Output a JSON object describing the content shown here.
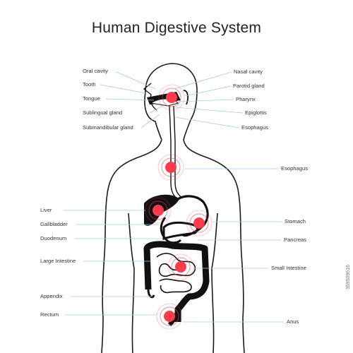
{
  "title": "Human Digestive System",
  "labels_left": {
    "oral_cavity": "Oral cavity",
    "tooth": "Tooth",
    "tongue": "Tongue",
    "sublingual_gland": "Sublingual gland",
    "submandibular_gland": "Submandibular gland",
    "liver": "Liver",
    "gallbladder": "Gallbladder",
    "duodenum": "Duodenum",
    "large_intestine": "Large Intestine",
    "appendix": "Appendix",
    "rectum": "Rectum"
  },
  "labels_right": {
    "nasal_cavity": "Nasal cavity",
    "parotid_gland": "Parotid gland",
    "pharynx": "Pharynx",
    "epiglottis": "Epiglottis",
    "esophagus_upper": "Esophagus",
    "esophagus_mid": "Esophagus",
    "stomach": "Stomach",
    "pancreas": "Pancreas",
    "small_intestine": "Small Intestine",
    "anus": "Anus"
  },
  "credit": "359509616",
  "colors": {
    "outline": "#1a1a1a",
    "organ_fill": "#111111",
    "leader_line": "#a8c8e8",
    "highlight": "#ff3b4e"
  }
}
